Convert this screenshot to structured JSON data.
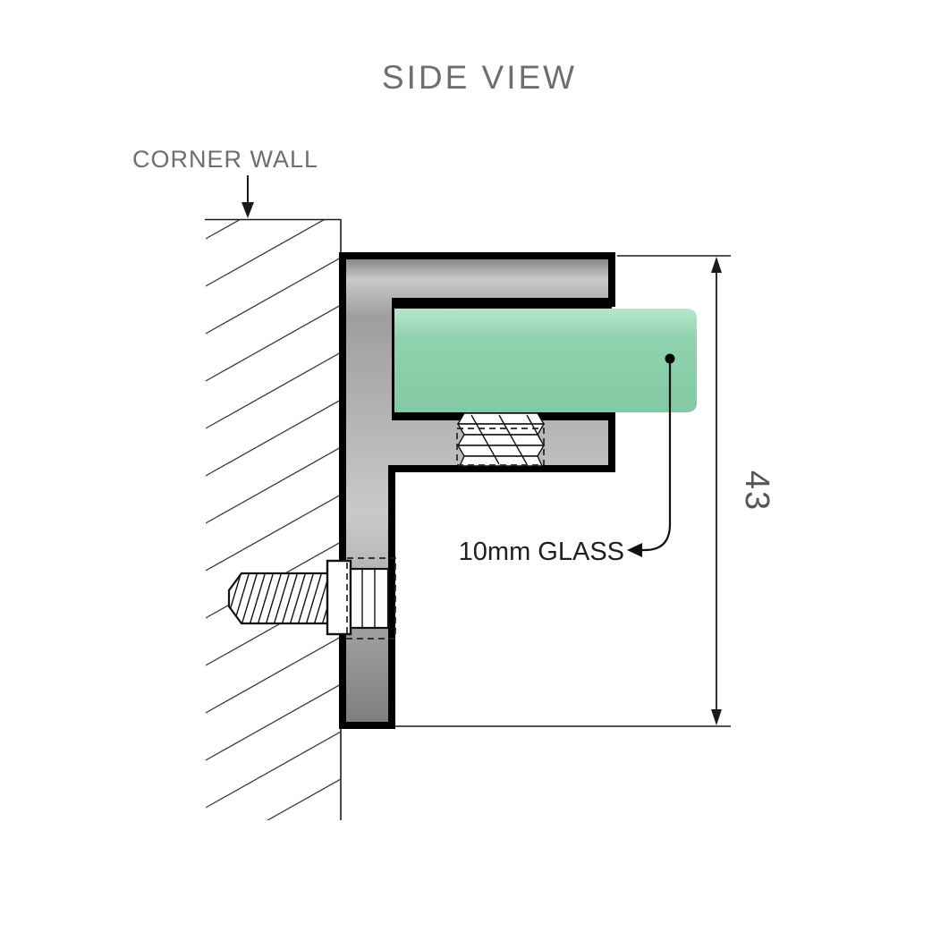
{
  "title": "SIDE VIEW",
  "labels": {
    "wall": "CORNER WALL",
    "glass": "10mm GLASS",
    "dimension": "43"
  },
  "colors": {
    "glass_light": "#b7e5cd",
    "glass_mid": "#8fd2ae",
    "glass_dark": "#82caa4",
    "metal_light": "#c9c9c9",
    "metal_mid": "#9e9e9e",
    "metal_dark": "#7d7d7d",
    "outline": "#000000",
    "label_gray": "#6e6e6e",
    "dim_gray": "#565656"
  }
}
